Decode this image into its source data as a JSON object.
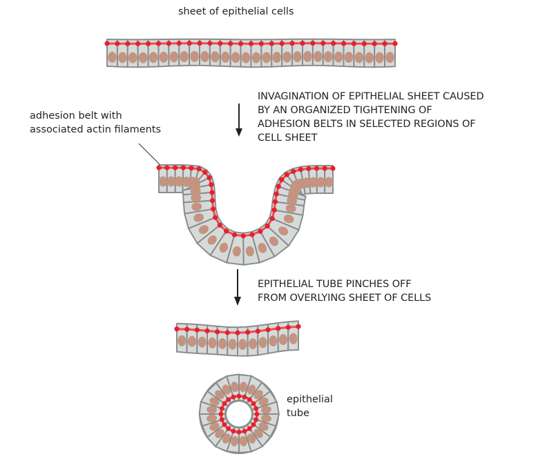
{
  "figure": {
    "title_label": "sheet of epithelial cells",
    "adhesion_label": [
      "adhesion belt with",
      "associated actin filaments"
    ],
    "step1_caption": [
      "INVAGINATION OF EPITHELIAL SHEET CAUSED",
      "BY AN ORGANIZED TIGHTENING OF",
      "ADHESION BELTS IN SELECTED REGIONS OF",
      "CELL SHEET"
    ],
    "step2_caption": [
      "EPITHELIAL TUBE PINCHES OFF",
      "FROM OVERLYING SHEET OF CELLS"
    ],
    "tube_label": [
      "epithelial",
      "tube"
    ],
    "colors": {
      "cell_fill": "#d6dbda",
      "cell_outline": "#8a8c8c",
      "nucleus": "#c49480",
      "adhesion_belt": "#e8202a",
      "text": "#231f20",
      "arrow": "#231f20"
    },
    "counts": {
      "flat_sheet_cells": 28,
      "invaginated_sheet_cells": 32,
      "overlying_sheet_cells": 12,
      "tube_cells": 20
    }
  }
}
